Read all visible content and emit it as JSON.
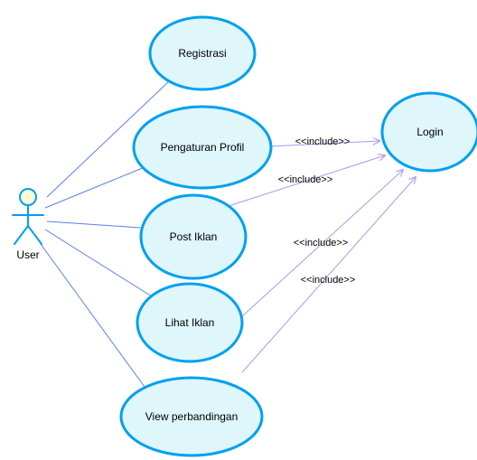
{
  "actor": {
    "name": "User"
  },
  "use_cases": {
    "registrasi": "Registrasi",
    "pengaturan_profil": "Pengaturan Profil",
    "post_iklan": "Post Iklan",
    "lihat_iklan": "Lihat Iklan",
    "view_perbandingan": "View perbandingan",
    "login": "Login"
  },
  "relations": {
    "include_1": "<<include>>",
    "include_2": "<<include>>",
    "include_3": "<<include>>",
    "include_4": "<<include>>"
  },
  "colors": {
    "use_case_fill": "#dff6fa",
    "use_case_stroke": "#00a0f0",
    "association_line": "#5b7fe6",
    "include_line": "#a79bee",
    "actor_fill": "#fff9d6",
    "actor_stroke": "#00a0f0"
  }
}
